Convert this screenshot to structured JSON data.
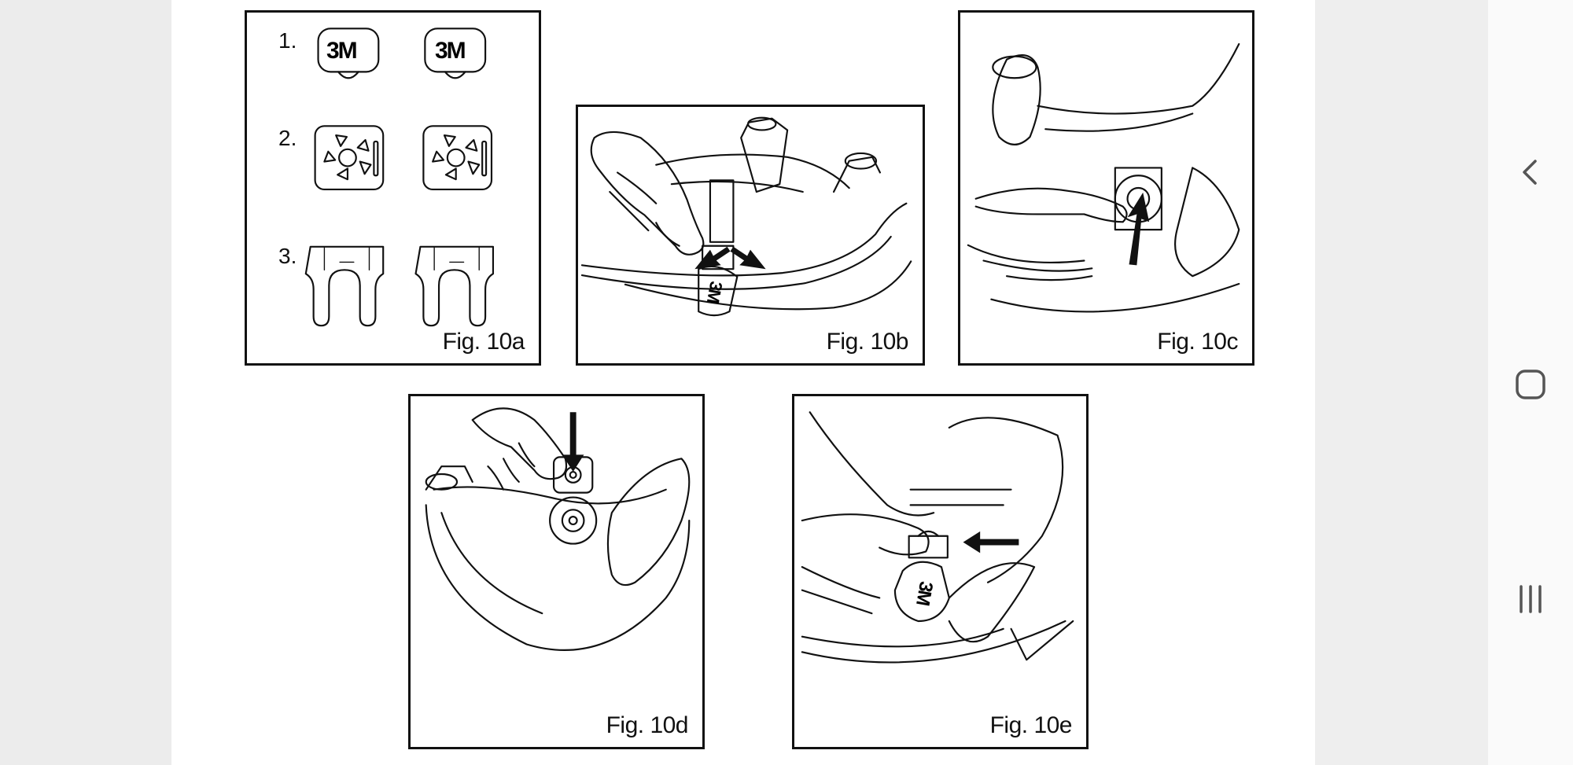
{
  "figures": {
    "fig10a": {
      "caption": "Fig. 10a",
      "steps": [
        {
          "number": "1.",
          "badge_text": "3M"
        },
        {
          "number": "2."
        },
        {
          "number": "3."
        }
      ]
    },
    "fig10b": {
      "caption": "Fig. 10b",
      "badge_text": "3M"
    },
    "fig10c": {
      "caption": "Fig. 10c"
    },
    "fig10d": {
      "caption": "Fig. 10d"
    },
    "fig10e": {
      "caption": "Fig. 10e",
      "badge_text": "3M"
    }
  },
  "navigation": {
    "back_icon": "chevron-left-icon",
    "home_icon": "rounded-square-home-icon",
    "recents_icon": "three-bars-recents-icon"
  },
  "colors": {
    "page_background": "#ffffff",
    "gutter": "#ececec",
    "ink": "#111111",
    "nav_icon": "#555555"
  }
}
